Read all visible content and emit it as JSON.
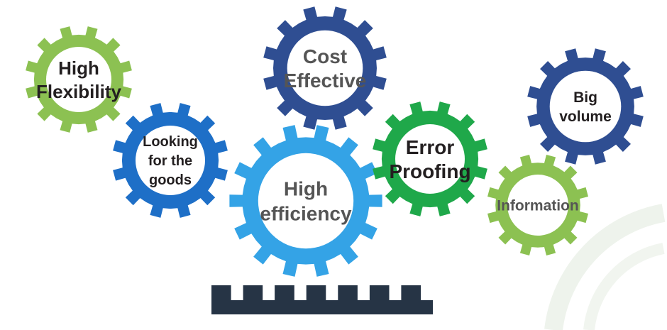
{
  "gears": [
    {
      "id": "high-flexibility",
      "lines": [
        "High",
        "Flexibility"
      ],
      "color": "#8cc152",
      "text_color": "#231f20"
    },
    {
      "id": "looking-for-the-goods",
      "lines": [
        "Looking",
        "for the",
        "goods"
      ],
      "color": "#1e6fc7",
      "text_color": "#231f20"
    },
    {
      "id": "cost-effective",
      "lines": [
        "Cost",
        "Effective"
      ],
      "color": "#2f4e92",
      "text_color": "#555555"
    },
    {
      "id": "high-efficiency",
      "lines": [
        "High",
        "efficiency"
      ],
      "color": "#34a3e6",
      "text_color": "#555555"
    },
    {
      "id": "error-proofing",
      "lines": [
        "Error",
        "Proofing"
      ],
      "color": "#1fa84a",
      "text_color": "#231f20"
    },
    {
      "id": "big-volume",
      "lines": [
        "Big",
        "volume"
      ],
      "color": "#2f4e92",
      "text_color": "#231f20"
    },
    {
      "id": "information",
      "lines": [
        "Information"
      ],
      "color": "#8cc152",
      "text_color": "#555555"
    }
  ],
  "rack": {
    "color": "#263445"
  },
  "background": "#ffffff"
}
